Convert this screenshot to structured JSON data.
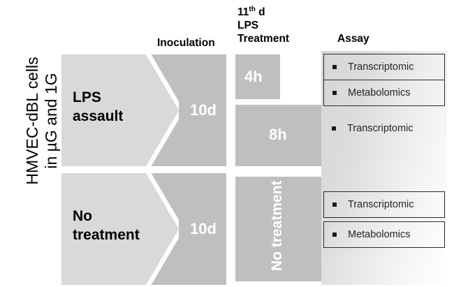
{
  "figure": {
    "axis_label": {
      "line1": "HMVEC-dBL cells",
      "line2": "in µG and 1G"
    },
    "column_headers": {
      "inoculation": "Inoculation",
      "lps_treatment_line1_prefix": "11",
      "lps_treatment_line1_sup": "th",
      "lps_treatment_line1_suffix": " d",
      "lps_treatment_line2": "LPS",
      "lps_treatment_line3": "Treatment",
      "assay": "Assay"
    },
    "rows": [
      {
        "condition": "LPS\nassault",
        "condition_line1": "LPS",
        "condition_line2": "assault",
        "duration": "10d",
        "treatments": [
          "4h",
          "8h"
        ]
      },
      {
        "condition": "No\ntreatment",
        "condition_line1": "No",
        "condition_line2": "treatment",
        "duration": "10d",
        "treatments": [
          "No treatment"
        ]
      }
    ],
    "no_treatment_vertical": "No treatment",
    "assays": [
      {
        "label": "Transcriptomic",
        "bordered": true,
        "group": "lps-4h"
      },
      {
        "label": "Metabolomics",
        "bordered": true,
        "group": "lps-4h"
      },
      {
        "label": "Transcriptomic",
        "bordered": false,
        "group": "lps-8h"
      },
      {
        "label": "Transcriptomic",
        "bordered": true,
        "group": "no-treatment"
      },
      {
        "label": "Metabolomics",
        "bordered": true,
        "group": "no-treatment"
      }
    ],
    "colors": {
      "dark_gray": "#bfbfbf",
      "light_gray": "#d9d9d9",
      "text_dark": "#000000",
      "text_light": "#ffffff",
      "border": "#2b2b2b"
    }
  }
}
